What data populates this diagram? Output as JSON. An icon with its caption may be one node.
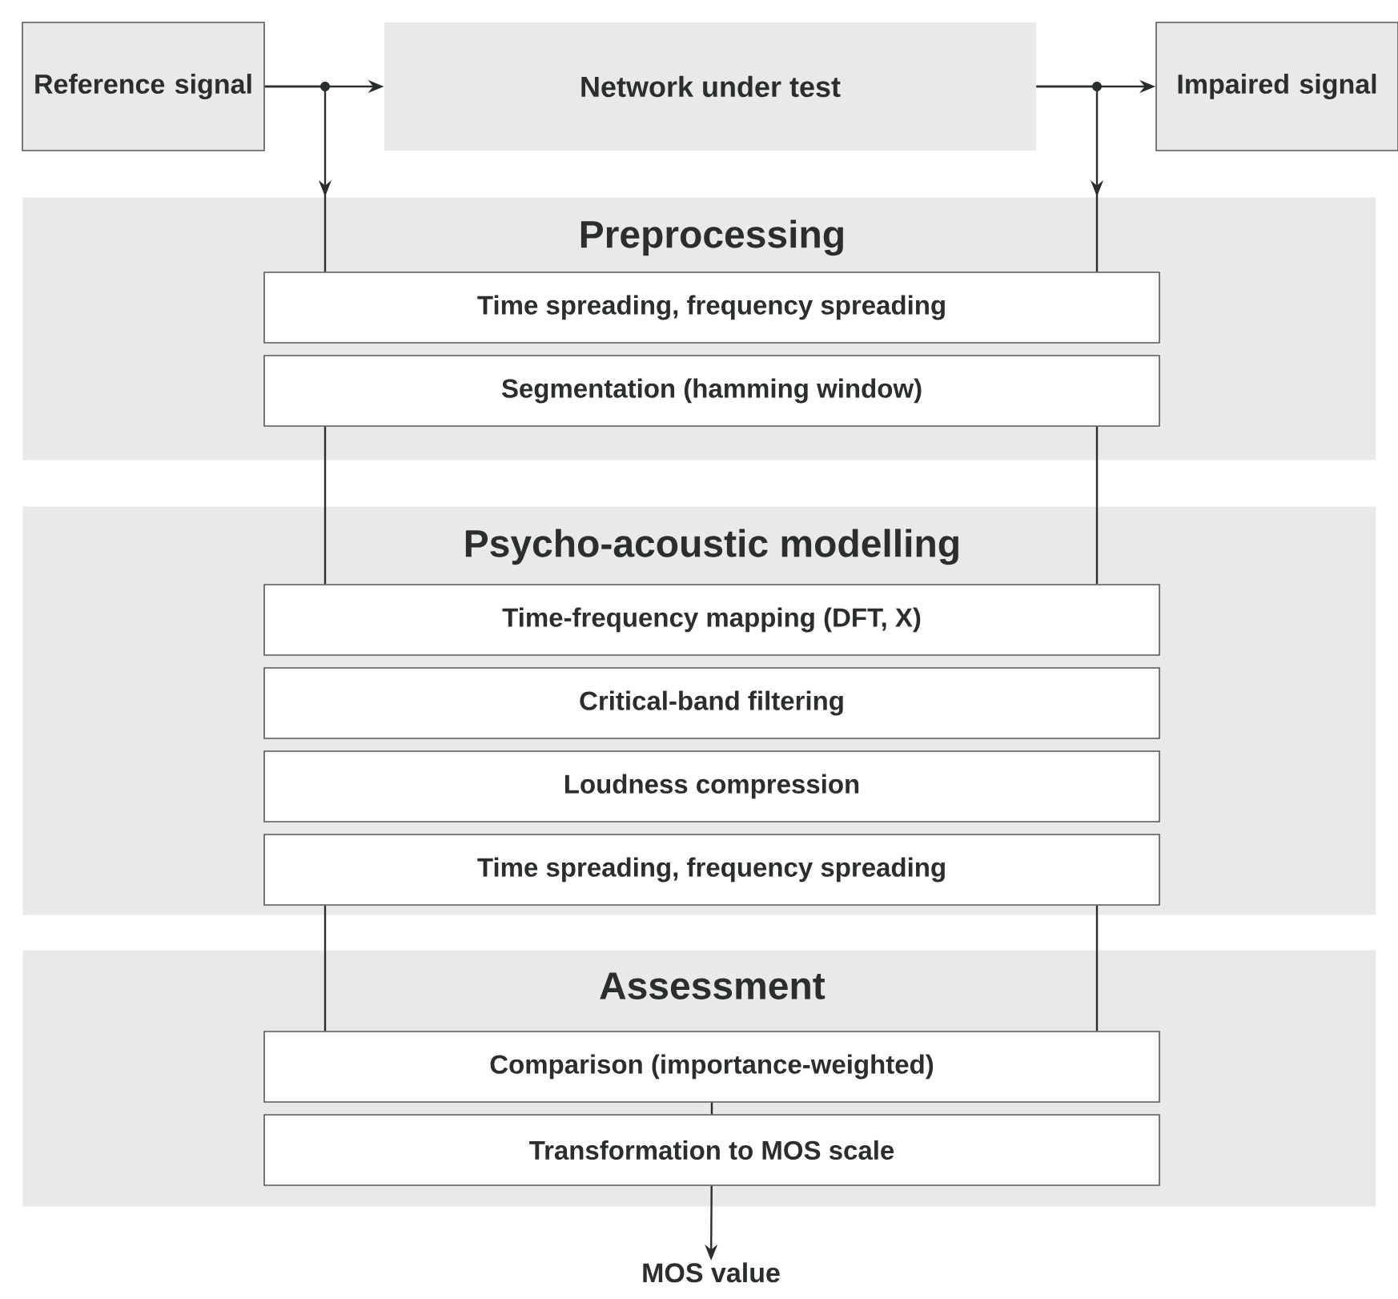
{
  "diagram": {
    "nodes": [
      {
        "text": [
          "Reference signal"
        ]
      },
      {
        "text": [
          "Network under test"
        ]
      },
      {
        "text": [
          "Impaired signal"
        ]
      },
      {
        "text": [
          "Preprocessing"
        ]
      },
      {
        "text": [
          "Time spreading, frequency spreading"
        ],
        "in": 3
      },
      {
        "text": [
          "Segmentation (hamming window)"
        ],
        "in": 3
      },
      {
        "text": [
          "Psycho-acoustic modelling"
        ]
      },
      {
        "text": [
          "Time-frequency mapping (DFT, X)"
        ],
        "in": 6
      },
      {
        "text": [
          "Critical-band filtering"
        ],
        "in": 6
      },
      {
        "text": [
          "Loudness compression"
        ],
        "in": 6
      },
      {
        "text": [
          "Time spreading, frequency spreading"
        ],
        "in": 6
      },
      {
        "text": [
          "Assessment"
        ]
      },
      {
        "text": [
          "Comparison (importance-weighted)"
        ],
        "in": 11
      },
      {
        "text": [
          "Transformation to MOS scale"
        ],
        "in": 11
      },
      {
        "text": [
          "MOS value"
        ]
      }
    ],
    "edges": [
      {
        "from": 0,
        "to": 1,
        "arrow": "to"
      },
      {
        "from": 0,
        "to": 4,
        "arrow": "to"
      },
      {
        "from": 1,
        "to": 2,
        "arrow": "to"
      },
      {
        "from": 1,
        "to": 4,
        "arrow": "to"
      },
      {
        "from": 5,
        "to": 7,
        "arrow": "none"
      },
      {
        "from": 5,
        "to": 7,
        "arrow": "none"
      },
      {
        "from": 10,
        "to": 12,
        "arrow": "none"
      },
      {
        "from": 10,
        "to": 12,
        "arrow": "none"
      },
      {
        "from": 12,
        "to": 13,
        "arrow": "none"
      },
      {
        "from": 13,
        "to": 14,
        "arrow": "to"
      }
    ]
  }
}
